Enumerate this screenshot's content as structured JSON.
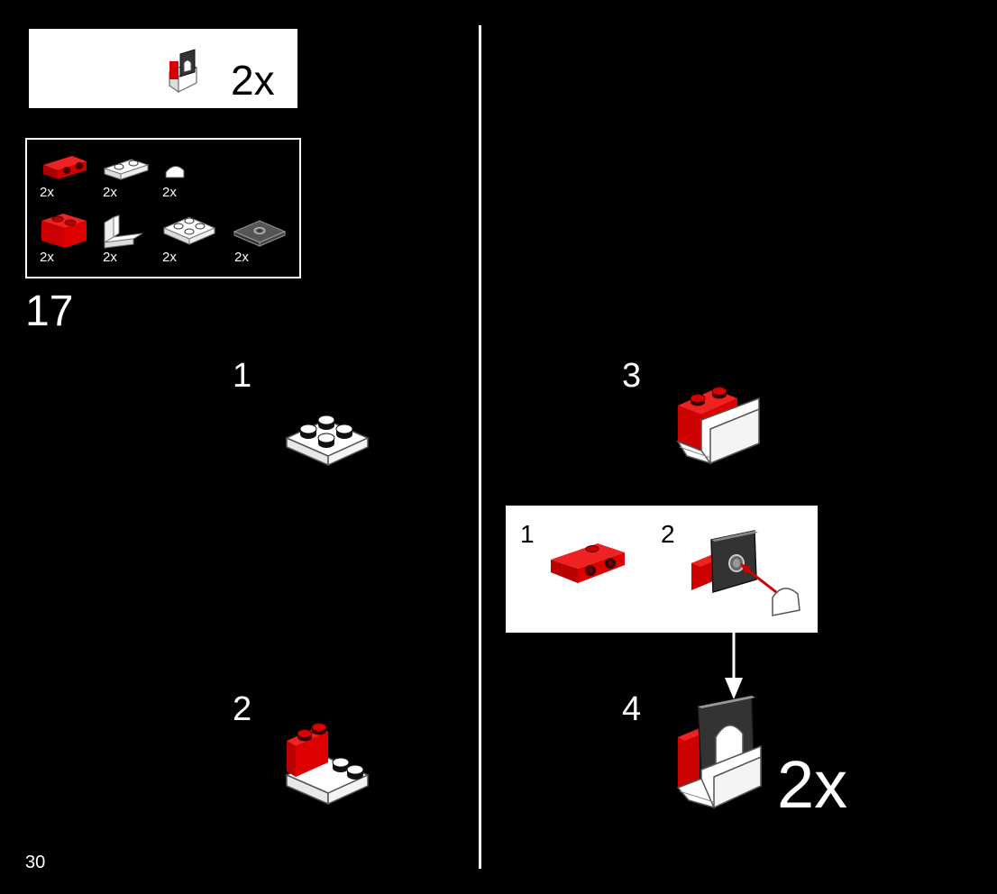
{
  "submodel": {
    "multiplier": "2x"
  },
  "parts_list": [
    {
      "qty": "2x",
      "icon": "red-bracket-icon"
    },
    {
      "qty": "2x",
      "icon": "white-plate-1x2-icon"
    },
    {
      "qty": "2x",
      "icon": "white-round-tile-icon"
    },
    {
      "qty": "2x",
      "icon": "red-brick-1x2-icon"
    },
    {
      "qty": "2x",
      "icon": "white-panel-icon"
    },
    {
      "qty": "2x",
      "icon": "white-plate-2x2-icon"
    },
    {
      "qty": "2x",
      "icon": "dark-tile-jumper-icon"
    }
  ],
  "main_step": "17",
  "sub_steps": {
    "s1": "1",
    "s2": "2",
    "s3": "3",
    "s4": "4"
  },
  "callout": {
    "c1": "1",
    "c2": "2"
  },
  "final_multiplier": "2x",
  "page_number": "30",
  "colors": {
    "background": "#000000",
    "red": "#d40000",
    "white": "#ffffff",
    "dark": "#3a3a3a"
  }
}
